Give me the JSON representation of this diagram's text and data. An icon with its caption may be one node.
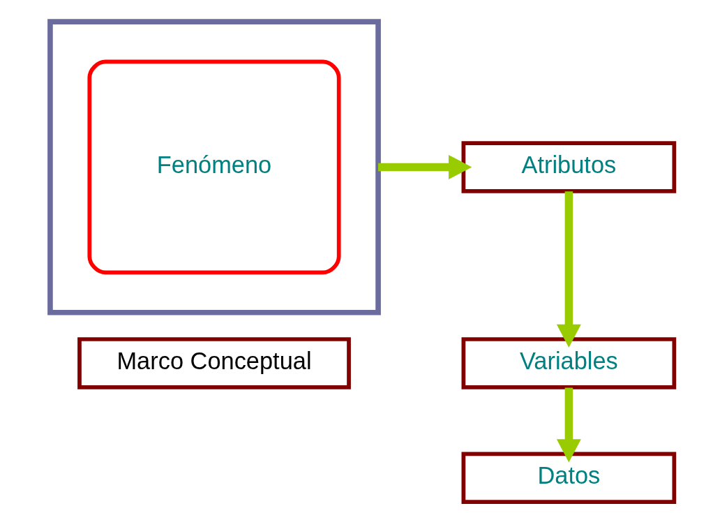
{
  "diagram": {
    "nodes": [
      {
        "text": [],
        "shape": "box"
      },
      {
        "text": [
          "Fenómeno"
        ],
        "in": 0
      },
      {
        "text": [
          "Marco Conceptual"
        ]
      },
      {
        "text": [
          "Atributos"
        ]
      },
      {
        "text": [
          "Variables"
        ]
      },
      {
        "text": [
          "Datos"
        ]
      }
    ],
    "edges": [
      {
        "from": 0,
        "to": 3,
        "arrow": "to"
      },
      {
        "from": 3,
        "to": 4,
        "arrow": "to"
      },
      {
        "from": 4,
        "to": 5,
        "arrow": "to"
      }
    ]
  }
}
